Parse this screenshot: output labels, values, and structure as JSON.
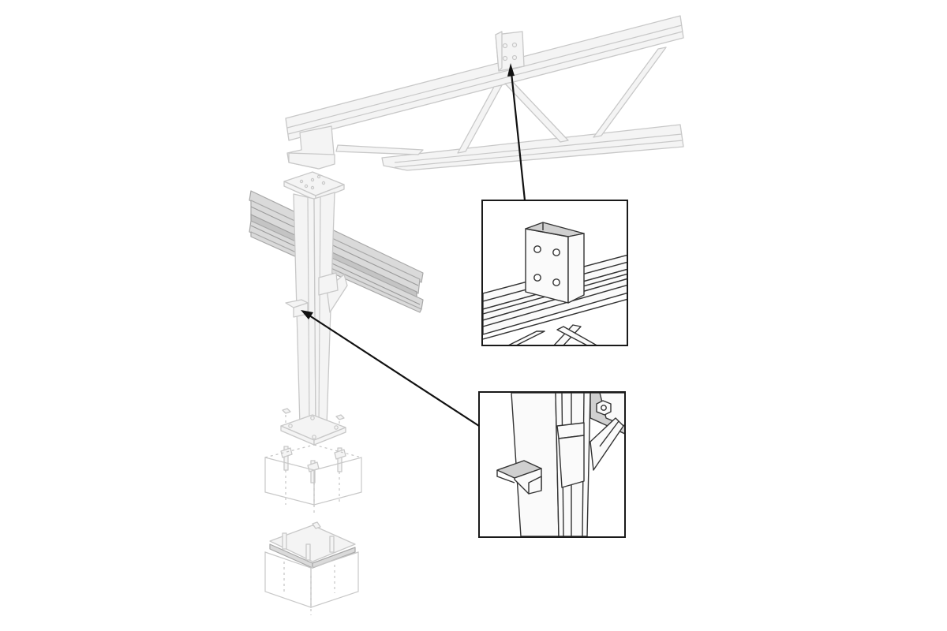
{
  "figure": {
    "description_kind": "exploded steel column and joist connection with two detail callouts",
    "palette": {
      "ghost_fill": "#f4f4f4",
      "ghost_stroke": "#c8c8c8",
      "beam_gray": "#dadada",
      "detail_stroke": "#333333",
      "leader": "#111111"
    },
    "callouts": [
      {
        "name": "top-clip-angle-detail",
        "icon": "clip-angle-icon"
      },
      {
        "name": "column-seat-angle-detail",
        "icon": "seat-angle-icon"
      }
    ]
  }
}
